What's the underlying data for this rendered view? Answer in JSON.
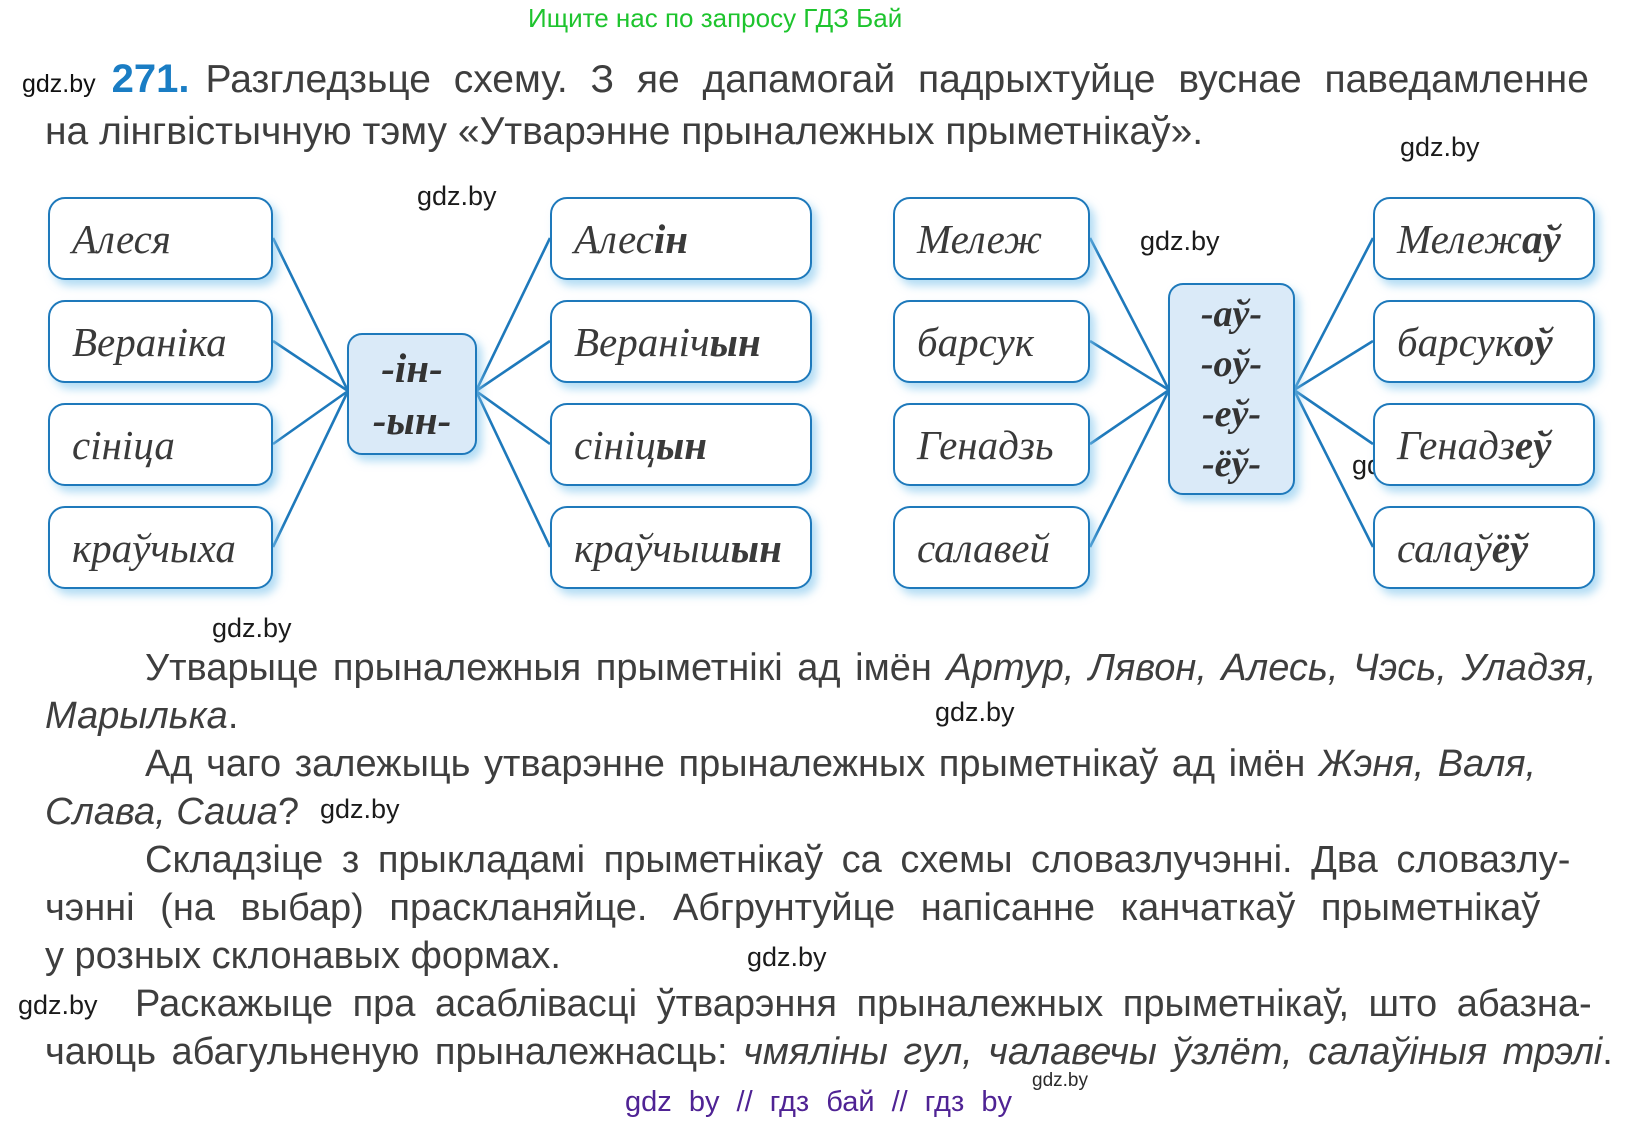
{
  "page": {
    "promo": "Ищите нас по запросу ГДЗ Бай",
    "watermark": "gdz.by",
    "footer": "gdz by  //  гдз бай  //  гдз by",
    "colors": {
      "promo_green": "#1ec42e",
      "exercise_number_blue": "#1a7dc4",
      "box_border_blue": "#1e79bb",
      "box_fill_blue": "#daeaf8",
      "footer_purple": "#4f2394",
      "body_text": "#3e3e3e"
    }
  },
  "exercise": {
    "number": "271.",
    "intro_line1": "Разгледзьце схему. З яе дапамогай падрыхтуйце вуснае паведамленне",
    "intro_line2": "на лінгвістычную тэму «Утварэнне прыналежных прыметнікаў»."
  },
  "diagram": {
    "left_sources": [
      "Алеся",
      "Вераніка",
      "сініца",
      "краўчыха"
    ],
    "left_suffix_box": [
      "-ін-",
      "-ын-"
    ],
    "left_derived": [
      {
        "stem": "Алес",
        "suffix": "ін"
      },
      {
        "stem": "Вераніч",
        "suffix": "ын"
      },
      {
        "stem": "сініц",
        "suffix": "ын"
      },
      {
        "stem": "краўчыш",
        "suffix": "ын"
      }
    ],
    "right_sources": [
      "Мележ",
      "барсук",
      "Генадзь",
      "салавей"
    ],
    "right_suffix_box": [
      "-аў-",
      "-оў-",
      "-еў-",
      "-ёў-"
    ],
    "right_derived": [
      {
        "stem": "Мележ",
        "suffix": "аў"
      },
      {
        "stem": "барсук",
        "suffix": "оў"
      },
      {
        "stem": "Генадз",
        "suffix": "еў"
      },
      {
        "stem": "салаў",
        "suffix": "ёў"
      }
    ]
  },
  "tasks": {
    "t1_line1_plain": "Утварыце прыналежныя прыметнікі ад імён ",
    "t1_line1_names": "Артур, Лявон, Алесь, Чэсь, Уладзя,",
    "t1_line2_name": "Марылька",
    "t1_line2_end": ".",
    "t2_line1_plain": "Ад чаго залежыць утварэнне прыналежных прыметнікаў ад імён ",
    "t2_line1_names": "Жэня, Валя,",
    "t2_line2_names": "Слава, Саша",
    "t2_line2_end": "?",
    "t3_line1": "Складзіце з прыкладамі прыметнікаў са схемы словазлучэнні. Два словазлу-",
    "t3_line2": "чэнні (на выбар) праскланяйце. Абгрунтуйце напісанне канчаткаў прыметнікаў",
    "t3_line3": "у розных склонавых формах.",
    "t4_line1": "Раскажыце пра асаблівасці ўтварэння прыналежных прыметнікаў, што абазна-",
    "t4_line2_plain": "чаюць абагульненую прыналежнасць: ",
    "t4_line2_examples": "чмяліны гул, чалавечы ўзлёт, салаўіныя трэлі",
    "t4_line2_end": "."
  }
}
